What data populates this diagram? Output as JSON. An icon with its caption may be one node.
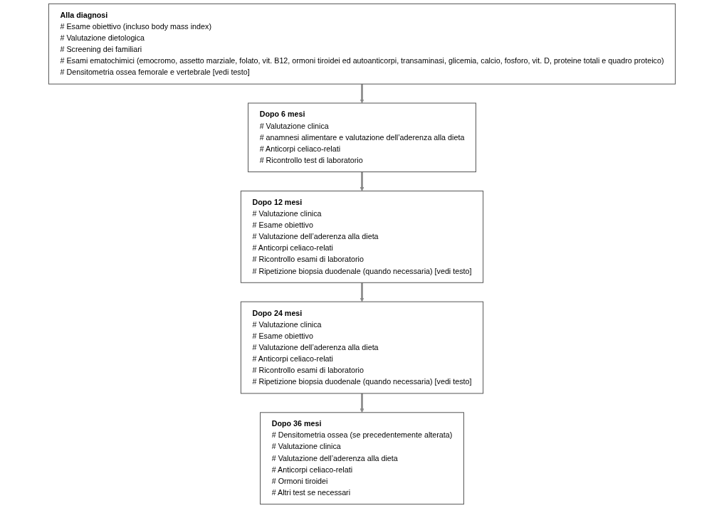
{
  "diagram": {
    "nodes": [
      {
        "text": [
          "Alla diagnosi",
          "# Esame obiettivo (incluso body mass index)",
          "# Valutazione dietologica",
          "# Screening dei familiari",
          "# Esami ematochimici (emocromo, assetto marziale, folato, vit. B12, ormoni tiroidei ed autoanticorpi, transaminasi, glicemia, calcio, fosforo, vit. D, proteine totali e quadro proteico)",
          "# Densitometria ossea femorale e vertebrale [vedi testo]"
        ]
      },
      {
        "text": [
          "Dopo  6 mesi",
          "# Valutazione clinica",
          "# anamnesi alimentare e valutazione dell’aderenza alla dieta",
          "# Anticorpi celiaco-relati",
          "# Ricontrollo test di laboratorio"
        ]
      },
      {
        "text": [
          "Dopo 12 mesi",
          "# Valutazione clinica",
          "# Esame obiettivo",
          "# Valutazione dell’aderenza alla dieta",
          "# Anticorpi celiaco-relati",
          "# Ricontrollo esami di laboratorio",
          "# Ripetizione biopsia duodenale (quando necessaria) [vedi testo]"
        ]
      },
      {
        "text": [
          "Dopo 24 mesi",
          "# Valutazione clinica",
          "# Esame obiettivo",
          "# Valutazione dell’aderenza alla dieta",
          "# Anticorpi celiaco-relati",
          "# Ricontrollo esami di laboratorio",
          "# Ripetizione biopsia duodenale (quando necessaria) [vedi testo]"
        ]
      },
      {
        "text": [
          "Dopo  36 mesi",
          "# Densitometria ossea (se precedentemente alterata)",
          "# Valutazione clinica",
          "# Valutazione dell’aderenza alla dieta",
          "# Anticorpi celiaco-relati",
          "# Ormoni tiroidei",
          "# Altri test se necessari"
        ]
      }
    ],
    "edges": [
      {
        "from": 0,
        "to": 1,
        "arrow": "to"
      },
      {
        "from": 1,
        "to": 2,
        "arrow": "to"
      },
      {
        "from": 2,
        "to": 3,
        "arrow": "to"
      },
      {
        "from": 3,
        "to": 4,
        "arrow": "to"
      }
    ]
  }
}
